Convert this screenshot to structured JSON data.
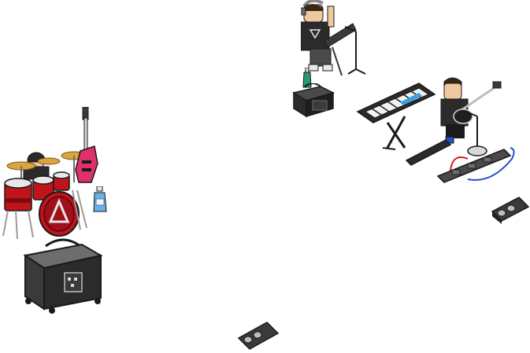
{
  "scene": {
    "background": "#ffffff",
    "sprites": [
      {
        "id": "drummer-avatar",
        "kind": "avatar"
      },
      {
        "id": "drum-kit",
        "kind": "furniture"
      },
      {
        "id": "pink-electric-guitar",
        "kind": "furniture"
      },
      {
        "id": "water-bottle-blue",
        "kind": "furniture"
      },
      {
        "id": "flight-case-amp",
        "kind": "furniture"
      },
      {
        "id": "dj-avatar",
        "kind": "avatar"
      },
      {
        "id": "mic-stand-left",
        "kind": "furniture"
      },
      {
        "id": "green-bottle",
        "kind": "furniture"
      },
      {
        "id": "guitar-amp-small",
        "kind": "furniture"
      },
      {
        "id": "keyboard-synth",
        "kind": "furniture"
      },
      {
        "id": "guitarist-avatar",
        "kind": "avatar"
      },
      {
        "id": "mic-stand-right",
        "kind": "furniture"
      },
      {
        "id": "pedalboard",
        "kind": "furniture"
      },
      {
        "id": "stage-monitor-right",
        "kind": "furniture"
      },
      {
        "id": "stage-monitor-bottom",
        "kind": "furniture"
      }
    ]
  },
  "colors": {
    "outline": "#1a1a1a",
    "dark_gray": "#3a3a3a",
    "mid_gray": "#6d6d6d",
    "light_gray": "#bdbdbd",
    "silver": "#d8d8d8",
    "drum_red": "#c0141c",
    "drum_dark_red": "#7a0d10",
    "cymbal_gold": "#d9a441",
    "guitar_pink": "#e0306c",
    "skin": "#f0c8a0",
    "hair_dark": "#3a2616",
    "headphone": "#8a8a8a",
    "keyboard_blue": "#3aa0e0",
    "cable_red": "#d02020",
    "cable_blue": "#2050d0",
    "bottle_green": "#2a9a6a",
    "bottle_blue": "#6ab0e0"
  }
}
